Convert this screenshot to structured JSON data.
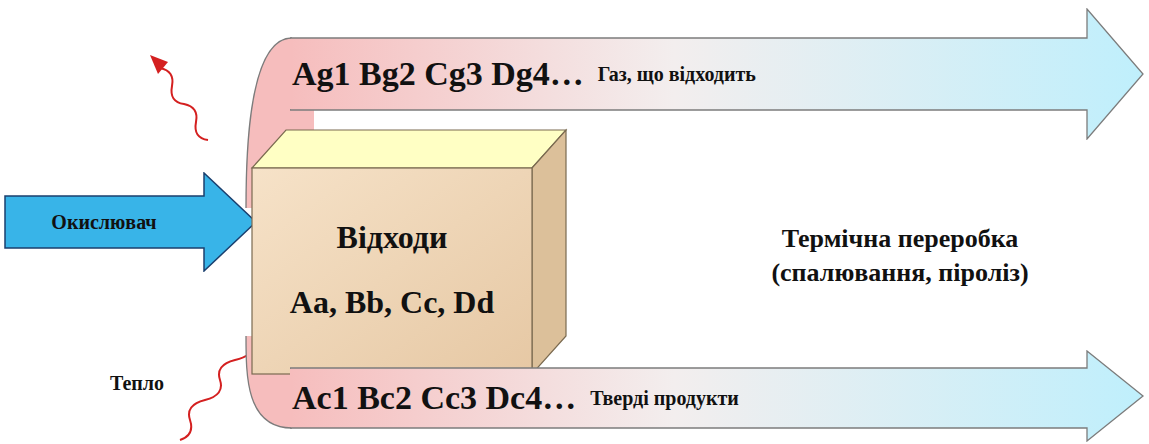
{
  "diagram": {
    "nodes": [
      {
        "text": [
          "Окислювач"
        ]
      },
      {
        "text": [
          "Відходи",
          "Aa, Bb, Cc, Dd"
        ]
      },
      {
        "text": [
          "Ag1 Bg2 Cg3 Dg4…",
          "Газ, що відходить"
        ]
      },
      {
        "text": [
          "Ac1 Bc2 Cc3 Dc4…",
          "Тверді продукти"
        ]
      }
    ],
    "edges": [
      {
        "from": 1,
        "to": 2,
        "arrow": "none"
      },
      {
        "from": 1,
        "to": 3,
        "arrow": "none"
      }
    ],
    "labels": [
      "Термічна переробка (спалювання, піроліз)",
      "Тепло"
    ]
  }
}
